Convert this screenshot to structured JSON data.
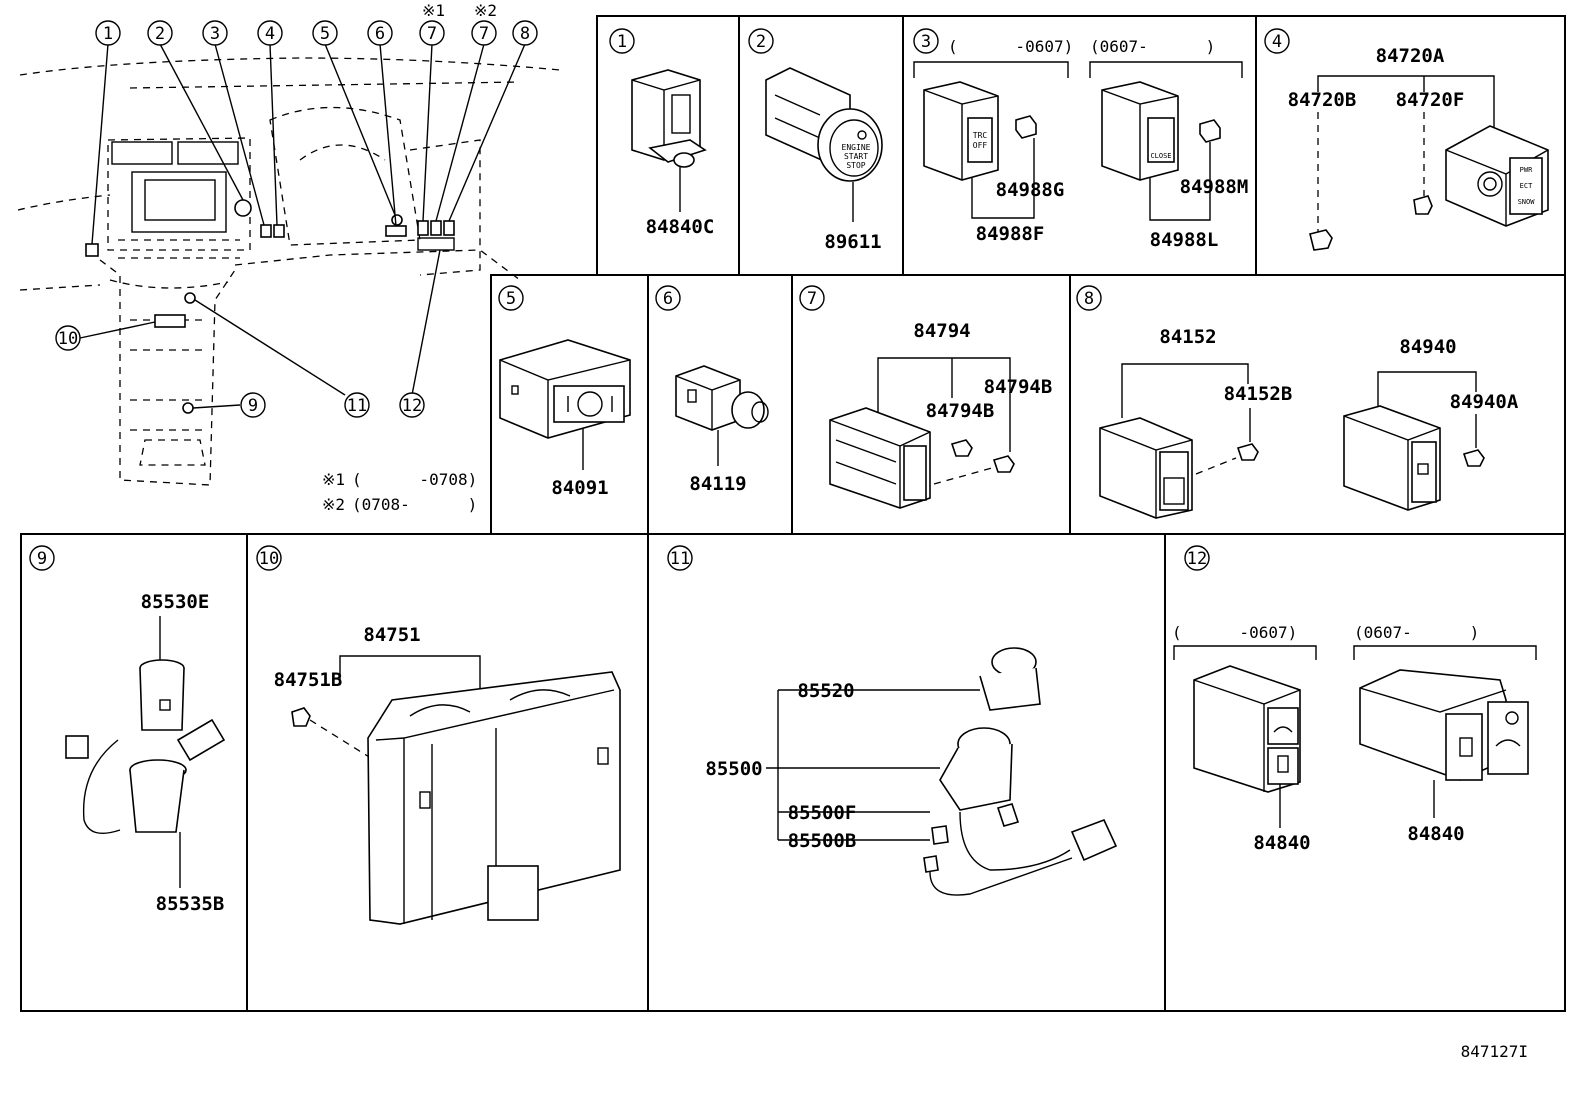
{
  "callouts": [
    "1",
    "2",
    "3",
    "4",
    "5",
    "6",
    "7",
    "7",
    "8",
    "9",
    "10",
    "11",
    "12"
  ],
  "overview": {
    "note_marks": [
      "※1",
      "※2"
    ],
    "note1_mark": "※1",
    "note1_text": "(      -0708)",
    "note2_mark": "※2",
    "note2_text": "(0708-      )"
  },
  "panels": {
    "p1": {
      "num": "1",
      "parts": [
        "84840C"
      ]
    },
    "p2": {
      "num": "2",
      "parts": [
        "89611"
      ]
    },
    "p3": {
      "num": "3",
      "date_a": "(      -0607)",
      "date_b": "(0607-      )",
      "parts": [
        "84988G",
        "84988F",
        "84988M",
        "84988L"
      ]
    },
    "p4": {
      "num": "4",
      "parts": [
        "84720A",
        "84720B",
        "84720F"
      ]
    },
    "p5": {
      "num": "5",
      "parts": [
        "84091"
      ]
    },
    "p6": {
      "num": "6",
      "parts": [
        "84119"
      ]
    },
    "p7": {
      "num": "7",
      "parts": [
        "84794",
        "84794B",
        "84794B"
      ]
    },
    "p8": {
      "num": "8",
      "parts": [
        "84152",
        "84152B",
        "84940",
        "84940A"
      ]
    },
    "p9": {
      "num": "9",
      "parts": [
        "85530E",
        "85535B"
      ]
    },
    "p10": {
      "num": "10",
      "parts": [
        "84751",
        "84751B"
      ]
    },
    "p11": {
      "num": "11",
      "parts": [
        "85520",
        "85500",
        "85500F",
        "85500B"
      ]
    },
    "p12": {
      "num": "12",
      "date_a": "(      -0607)",
      "date_b": "(0607-      )",
      "parts": [
        "84840",
        "84840"
      ]
    }
  },
  "switch_text": {
    "p2": [
      "ENGINE",
      "START",
      "STOP"
    ],
    "p3": [
      "TRC",
      "OFF",
      "CLOSE"
    ],
    "p4": [
      "PWR",
      "ECT",
      "SNOW"
    ]
  },
  "drawing_code": "847127I",
  "colors": {
    "ink": "#000000",
    "paper": "#ffffff"
  }
}
